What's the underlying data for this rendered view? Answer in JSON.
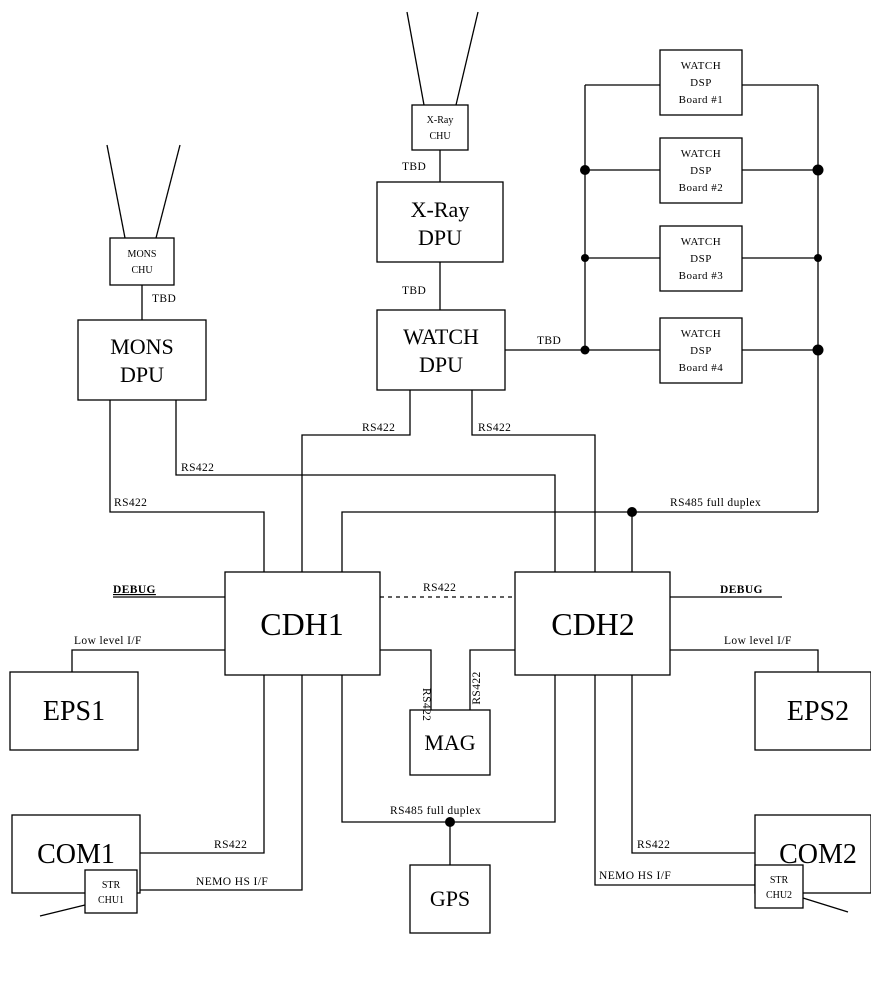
{
  "blocks": {
    "mons_chu": [
      "MONS",
      "CHU"
    ],
    "mons_dpu": [
      "MONS",
      "DPU"
    ],
    "xray_chu": [
      "X-Ray",
      "CHU"
    ],
    "xray_dpu": [
      "X-Ray",
      "DPU"
    ],
    "watch_dpu": [
      "WATCH",
      "DPU"
    ],
    "dsp1": [
      "WATCH",
      "DSP",
      "Board #1"
    ],
    "dsp2": [
      "WATCH",
      "DSP",
      "Board #2"
    ],
    "dsp3": [
      "WATCH",
      "DSP",
      "Board #3"
    ],
    "dsp4": [
      "WATCH",
      "DSP",
      "Board #4"
    ],
    "cdh1": "CDH1",
    "cdh2": "CDH2",
    "eps1": "EPS1",
    "eps2": "EPS2",
    "com1": "COM1",
    "com2": "COM2",
    "mag": "MAG",
    "gps": "GPS",
    "str_chu1": [
      "STR",
      "CHU1"
    ],
    "str_chu2": [
      "STR",
      "CHU2"
    ]
  },
  "labels": {
    "tbd_mons": "TBD",
    "tbd_xray_chu": "TBD",
    "tbd_xray_dpu": "TBD",
    "tbd_watch": "TBD",
    "rs422_watch_left": "RS422",
    "rs422_watch_right": "RS422",
    "rs422_mons_top": "RS422",
    "rs422_mons_left": "RS422",
    "rs485_top": "RS485 full duplex",
    "debug_left": "DEBUG",
    "debug_right": "DEBUG",
    "rs422_cdh_link": "RS422",
    "low_level_left": "Low level I/F",
    "low_level_right": "Low level I/F",
    "rs422_mag_left": "RS422",
    "rs422_mag_right": "RS422",
    "rs485_bottom": "RS485 full duplex",
    "rs422_com1": "RS422",
    "rs422_com2": "RS422",
    "nemo_left": "NEMO HS I/F",
    "nemo_right": "NEMO HS I/F"
  }
}
